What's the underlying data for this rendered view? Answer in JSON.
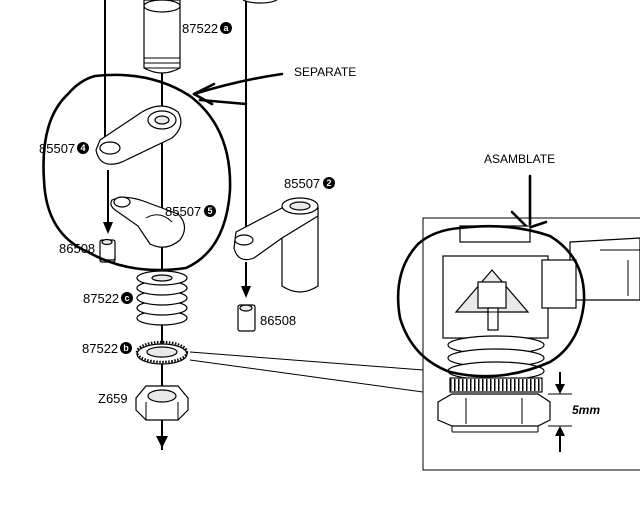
{
  "labels": {
    "p87522a": {
      "num": "87522",
      "badge": "a"
    },
    "p85507_4": {
      "num": "85507",
      "badge": "4"
    },
    "p85507_5": {
      "num": "85507",
      "badge": "5"
    },
    "p8650x": {
      "num": "86508"
    },
    "p87522c": {
      "num": "87522",
      "badge": "c"
    },
    "p87522b": {
      "num": "87522",
      "badge": "b"
    },
    "pZ659": {
      "num": "Z659"
    },
    "p85507_2": {
      "num": "85507",
      "badge": "2"
    },
    "p86508": {
      "num": "86508"
    }
  },
  "annotations": {
    "separate": "SEPARATE",
    "asamblate": "ASAMBLATE",
    "dimension": "5mm"
  }
}
